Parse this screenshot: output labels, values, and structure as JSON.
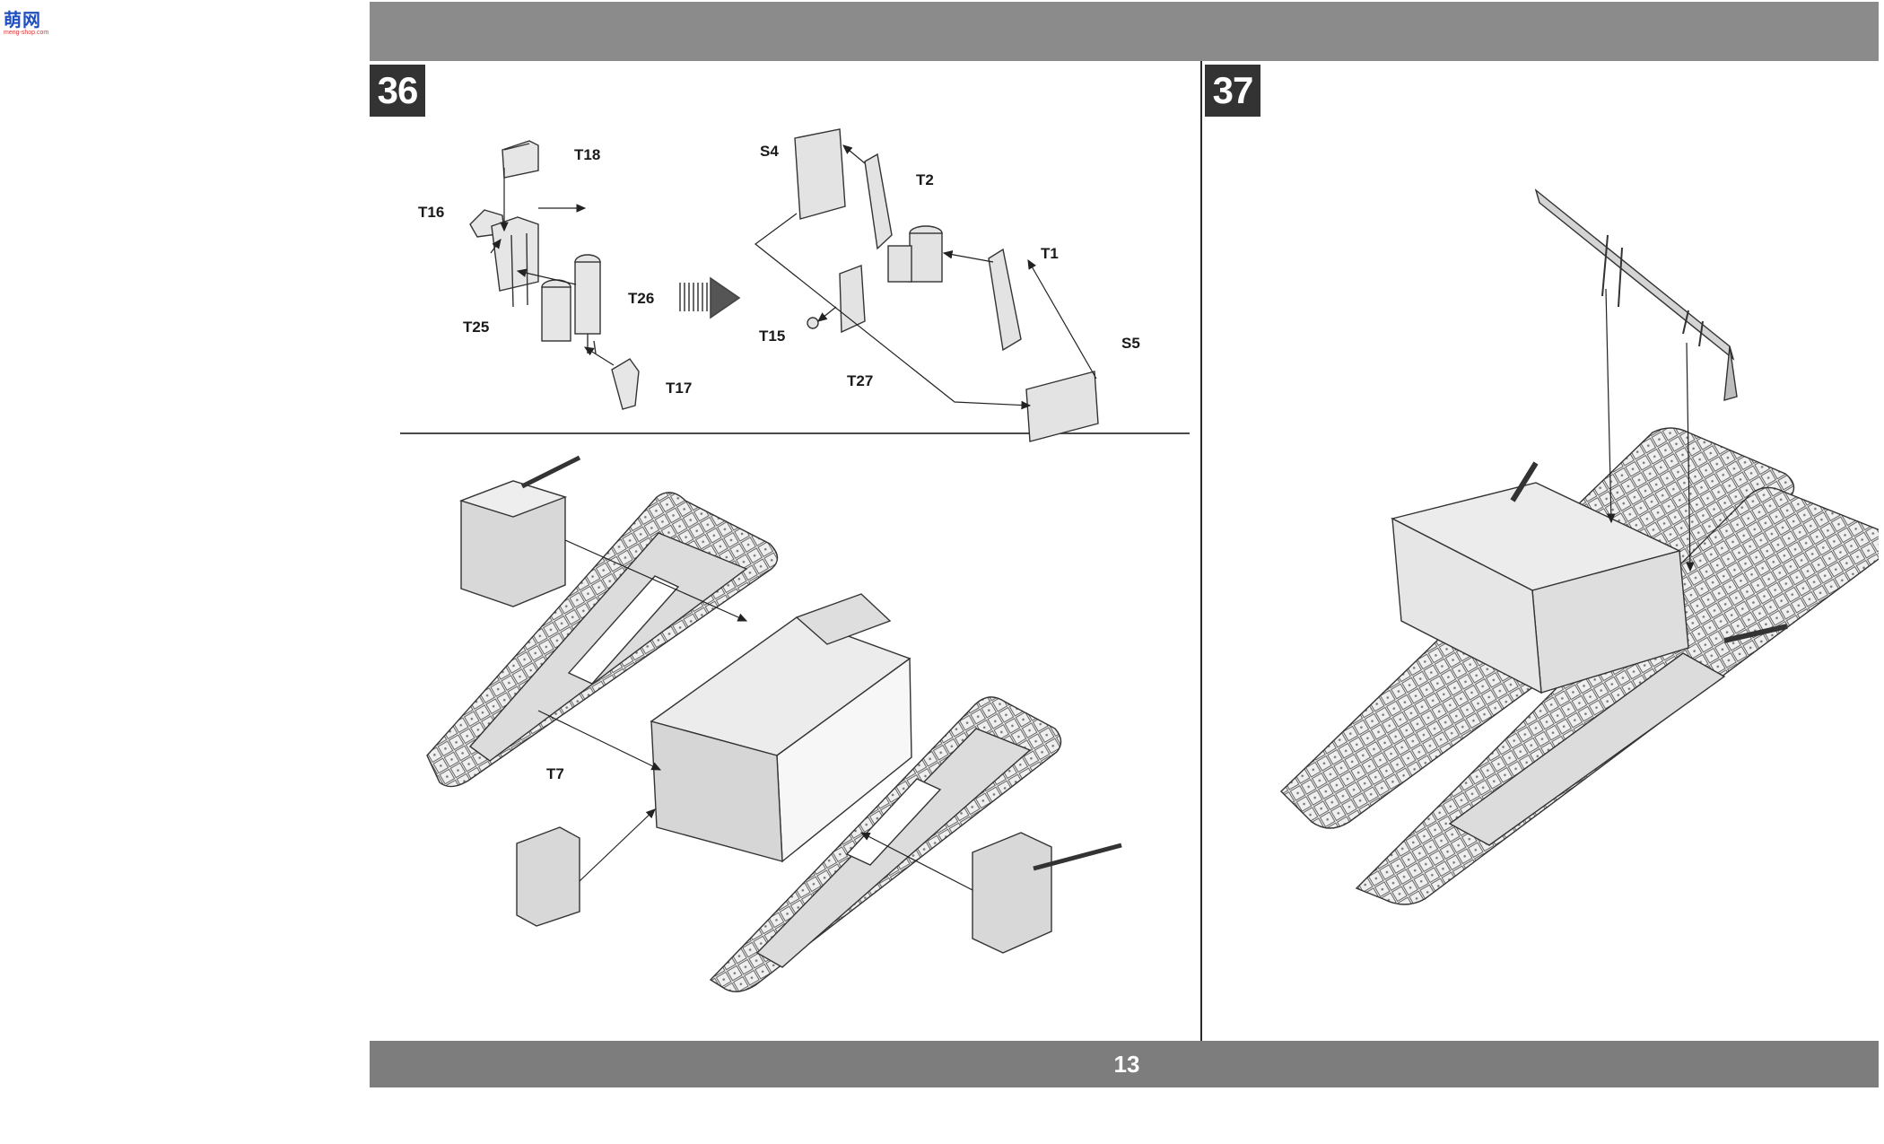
{
  "watermark": {
    "logo_text": "萌网",
    "url_text": "meng-shop.com"
  },
  "page": {
    "number": "13"
  },
  "steps": {
    "step36": {
      "number": "36",
      "labels": {
        "t18": "T18",
        "t16": "T16",
        "t25": "T25",
        "t26": "T26",
        "t17": "T17",
        "s4": "S4",
        "t2": "T2",
        "t1": "T1",
        "t15": "T15",
        "t27": "T27",
        "s5": "S5",
        "t7": "T7"
      }
    },
    "step37": {
      "number": "37"
    }
  }
}
